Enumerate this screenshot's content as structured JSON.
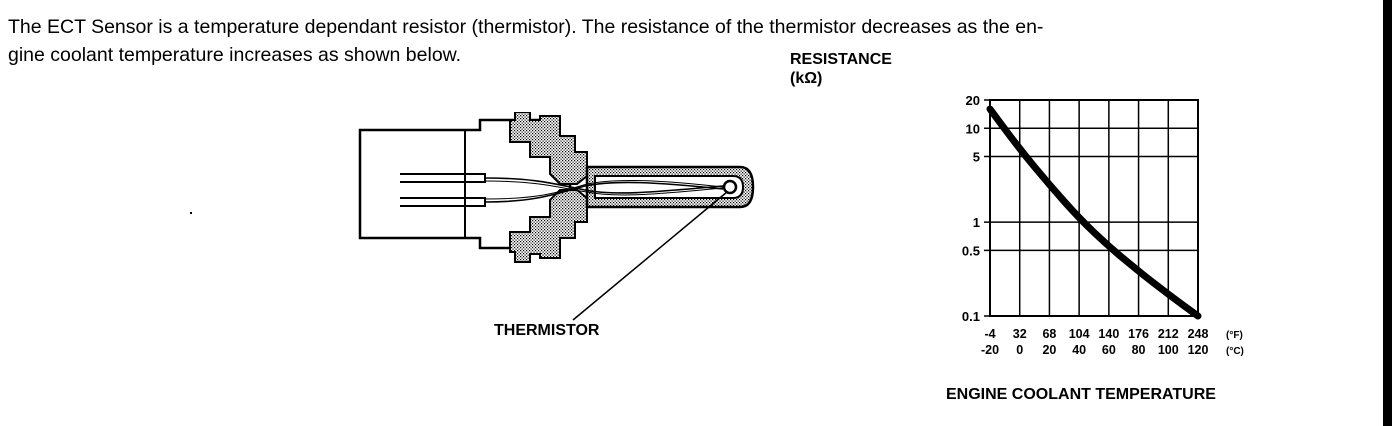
{
  "intro": {
    "line1": "The ECT Sensor is a temperature dependant resistor (thermistor). The resistance of the thermistor decreases as the en-",
    "line2": "gine coolant temperature increases as shown below."
  },
  "diagram": {
    "thermistor_label": "THERMISTOR"
  },
  "chart_data": {
    "type": "line",
    "title": "",
    "ylabel_line1": "RESISTANCE",
    "ylabel_line2": "(kΩ)",
    "xlabel": "ENGINE COOLANT TEMPERATURE",
    "y_scale": "log",
    "ylim": [
      0.1,
      20
    ],
    "y_ticks": [
      0.1,
      0.5,
      1,
      5,
      10,
      20
    ],
    "y_tick_labels": [
      "0.1",
      "0.5",
      "1",
      "5",
      "10",
      "20"
    ],
    "x_ticks_c": [
      -20,
      0,
      20,
      40,
      60,
      80,
      100,
      120
    ],
    "x_ticks_c_labels": [
      "-20",
      "0",
      "20",
      "40",
      "60",
      "80",
      "100",
      "120"
    ],
    "x_ticks_f_labels": [
      "-4",
      "32",
      "68",
      "104",
      "140",
      "176",
      "212",
      "248"
    ],
    "unit_f": "(°F)",
    "unit_c": "(°C)",
    "xlim_c": [
      -20,
      120
    ],
    "grid": true,
    "series": [
      {
        "x": [
          -20,
          0,
          20,
          40,
          60,
          80,
          100,
          120
        ],
        "y": [
          16,
          6,
          2.5,
          1.1,
          0.55,
          0.3,
          0.17,
          0.1
        ]
      }
    ]
  }
}
